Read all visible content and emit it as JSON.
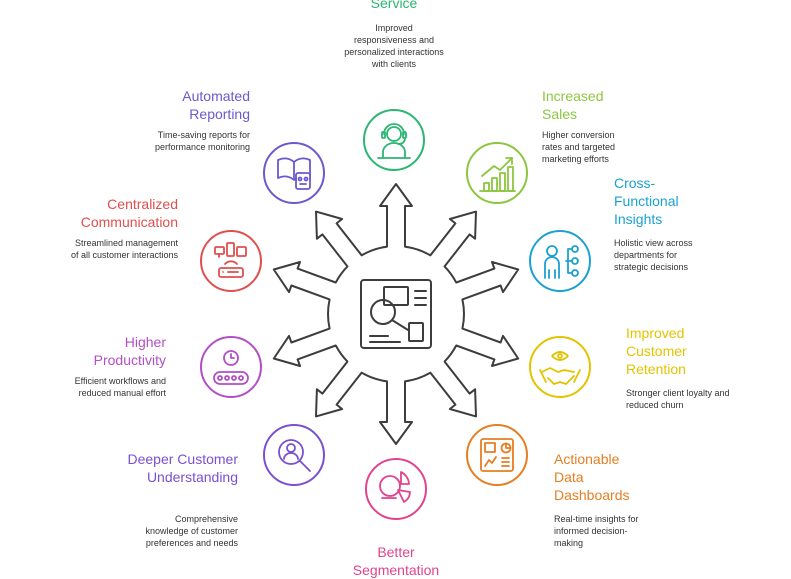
{
  "items": {
    "service": {
      "title": "Service",
      "desc": "Improved responsiveness and personalized interactions with clients",
      "icon": "customer-service-agent-icon",
      "color": "#2bb673"
    },
    "sales": {
      "title": "Increased Sales",
      "desc": "Higher conversion rates and targeted marketing efforts",
      "icon": "growth-chart-icon",
      "color": "#8cc63f"
    },
    "cross": {
      "title": "Cross-Functional Insights",
      "desc": "Holistic view across departments for strategic decisions",
      "icon": "person-network-icon",
      "color": "#1ba1d1"
    },
    "retention": {
      "title": "Improved Customer Retention",
      "desc": "Stronger client loyalty and reduced churn",
      "icon": "handshake-icon",
      "color": "#e3c300"
    },
    "dashboards": {
      "title": "Actionable Data Dashboards",
      "desc": "Real-time insights for informed decision-making",
      "icon": "dashboard-icon",
      "color": "#e67e22"
    },
    "segmentation": {
      "title": "Better Segmentation",
      "icon": "pie-segment-icon",
      "color": "#e0448f"
    },
    "understanding": {
      "title": "Deeper Customer Understanding",
      "desc": "Comprehensive knowledge of customer preferences and needs",
      "icon": "magnify-person-icon",
      "color": "#7b4fd0"
    },
    "productivity": {
      "title": "Higher Productivity",
      "desc": "Efficient workflows and reduced manual effort",
      "icon": "clock-conveyor-icon",
      "color": "#b34fc6"
    },
    "communication": {
      "title": "Centralized Communication",
      "desc": "Streamlined management of all customer interactions",
      "icon": "devices-router-icon",
      "color": "#e04f4f"
    },
    "reporting": {
      "title": "Automated Reporting",
      "desc": "Time-saving reports for performance monitoring",
      "icon": "book-robot-icon",
      "color": "#6a5acd"
    }
  },
  "hub": {
    "icon": "crm-dashboard-icon",
    "color": "#3d3d3d"
  }
}
